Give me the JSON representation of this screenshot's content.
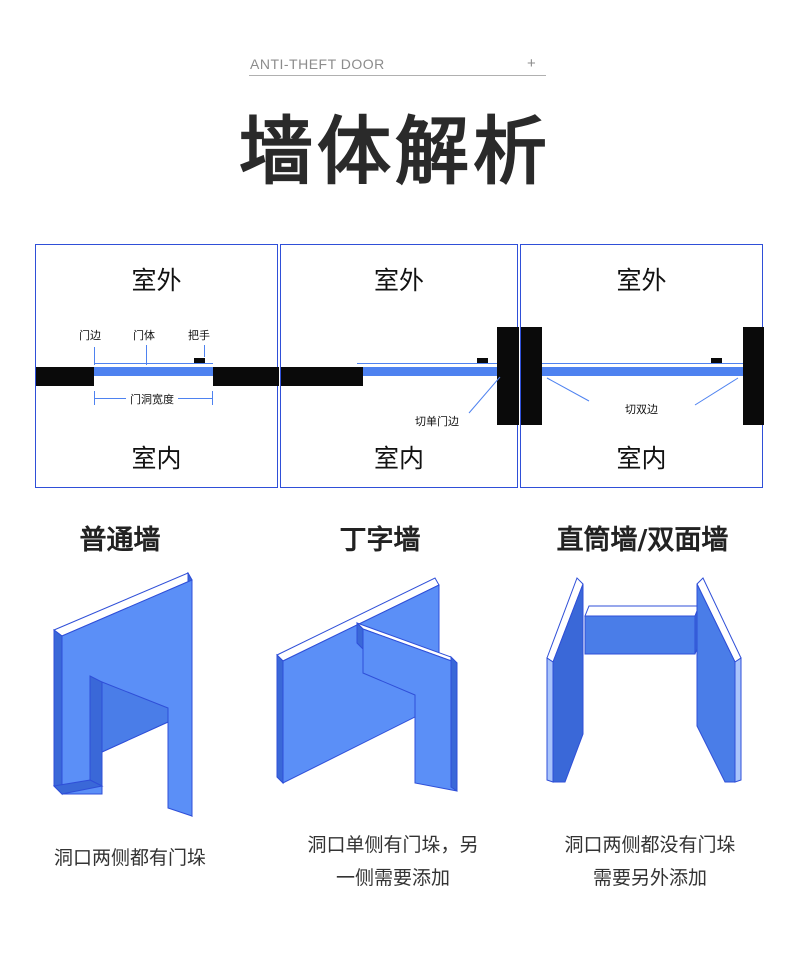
{
  "header": {
    "subtitle": "ANTI-THEFT DOOR",
    "plus": "+",
    "title": "墙体解析"
  },
  "panels": [
    {
      "outside": "室外",
      "inside": "室内",
      "labels": {
        "door_edge": "门边",
        "door_body": "门体",
        "handle": "把手",
        "width": "门洞宽度"
      }
    },
    {
      "outside": "室外",
      "inside": "室内",
      "labels": {
        "cut": "切单门边"
      }
    },
    {
      "outside": "室外",
      "inside": "室内",
      "labels": {
        "cut": "切双边"
      }
    }
  ],
  "walls": [
    {
      "name": "普通墙",
      "desc_lines": [
        "洞口两侧都有门垛"
      ]
    },
    {
      "name": "丁字墙",
      "desc_lines": [
        "洞口单侧有门垛，另",
        "一侧需要添加"
      ]
    },
    {
      "name": "直筒墙/双面墙",
      "desc_lines": [
        "洞口两侧都没有门垛",
        "需要另外添加"
      ]
    }
  ],
  "colors": {
    "accent": "#4e82f0",
    "wall": "#0a0a0a",
    "frame": "#2f4fd8"
  }
}
